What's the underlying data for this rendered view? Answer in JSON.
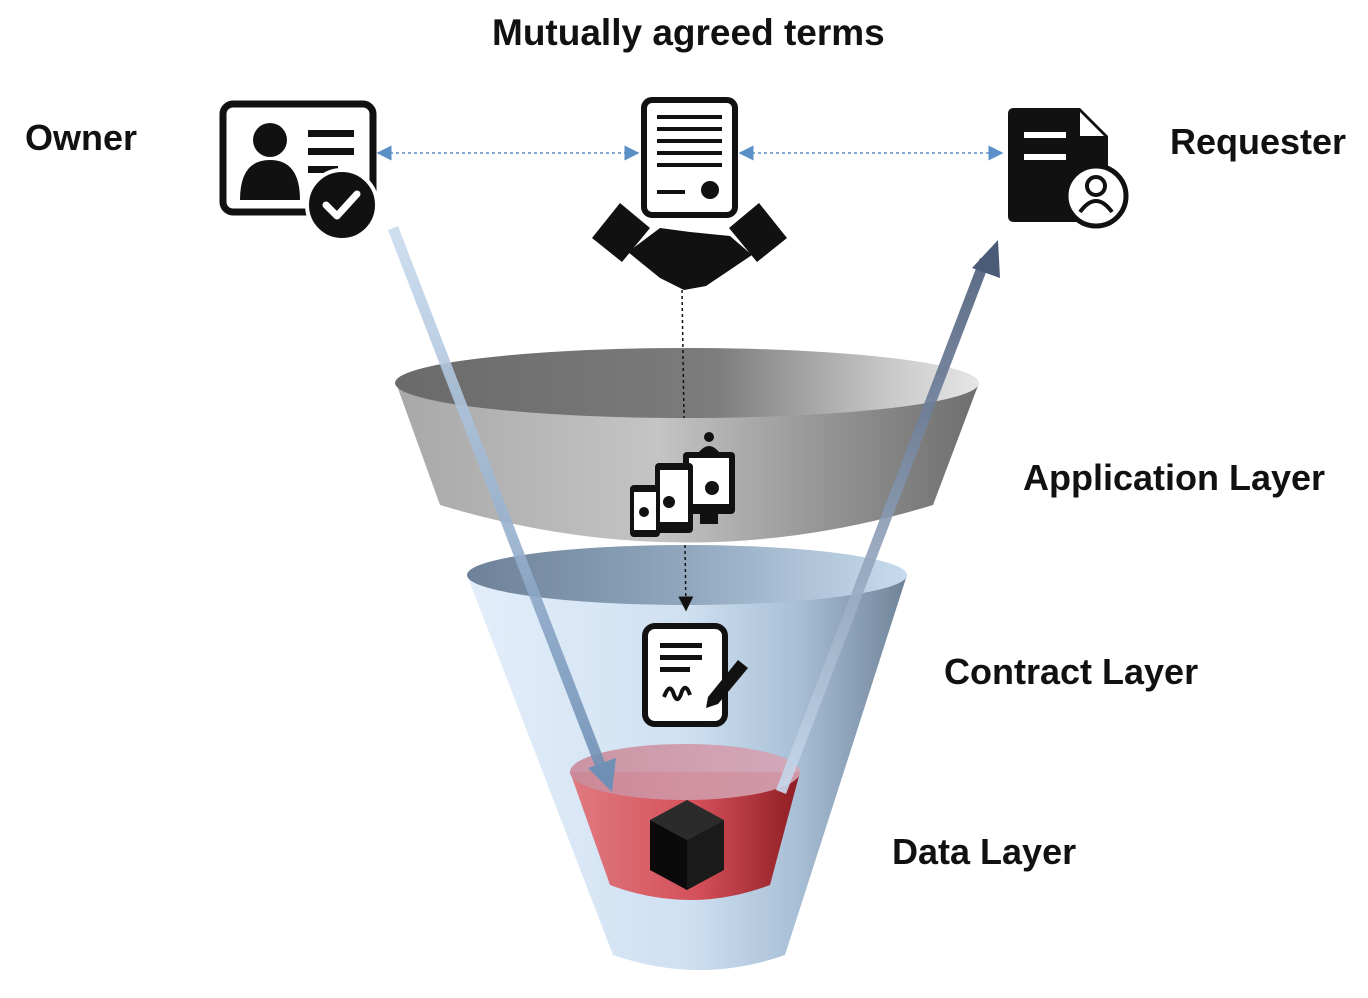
{
  "title": "Mutually agreed terms",
  "actors": {
    "owner": "Owner",
    "requester": "Requester"
  },
  "layers": {
    "application": "Application Layer",
    "contract": "Contract Layer",
    "data": "Data Layer"
  },
  "colors": {
    "funnel_gray": "#9a9a9a",
    "funnel_light_blue": "#d4e5f3",
    "data_red": "#c0323a",
    "arrow_blue": "#7a9bc4",
    "arrow_dark": "#4d5e7a",
    "dotted_blue": "#5b8fc7"
  },
  "icons": {
    "owner": "id-card-check-icon",
    "terms": "certificate-handshake-icon",
    "requester": "document-user-icon",
    "application": "multi-device-apps-icon",
    "contract": "signed-contract-icon",
    "data": "cube-icon"
  }
}
